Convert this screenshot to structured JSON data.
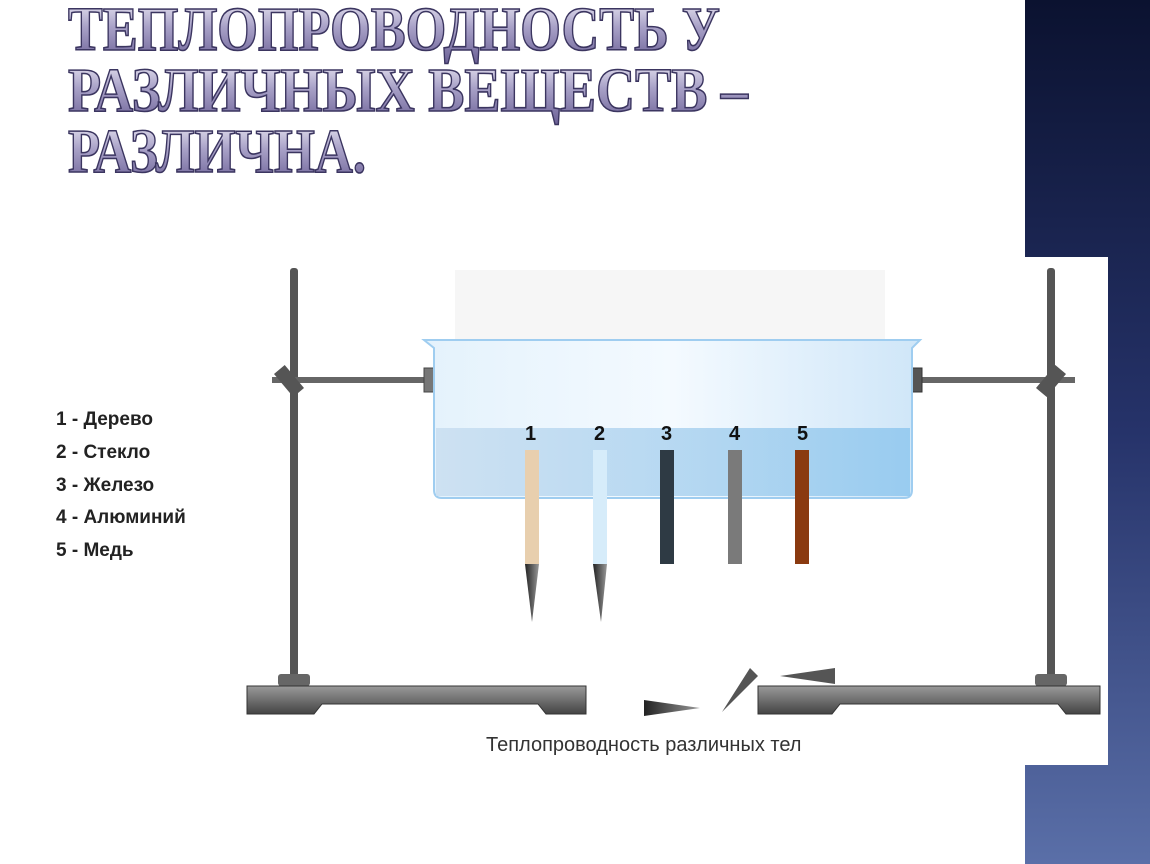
{
  "slide": {
    "title_lines": [
      "ТЕПЛОПРОВОДНОСТЬ У",
      "РАЗЛИЧНЫХ ВЕЩЕСТВ –",
      "РАЗЛИЧНА."
    ]
  },
  "figure": {
    "legend": [
      "1 - Дерево",
      "2 - Стекло",
      "3 - Железо",
      "4 - Алюминий",
      "5 - Медь"
    ],
    "rods": [
      {
        "label": "1",
        "material": "wood",
        "color": "#e8cfae",
        "has_pin": true
      },
      {
        "label": "2",
        "material": "glass",
        "color": "#d6ecfa",
        "has_pin": true
      },
      {
        "label": "3",
        "material": "iron",
        "color": "#2e3a44",
        "has_pin": false
      },
      {
        "label": "4",
        "material": "aluminium",
        "color": "#7a7a7a",
        "has_pin": false
      },
      {
        "label": "5",
        "material": "copper",
        "color": "#8a3a10",
        "has_pin": false
      }
    ],
    "caption": "Теплопроводность различных тел"
  },
  "colors": {
    "water": "#8fc7ee",
    "sidebar": "#1c2550"
  }
}
